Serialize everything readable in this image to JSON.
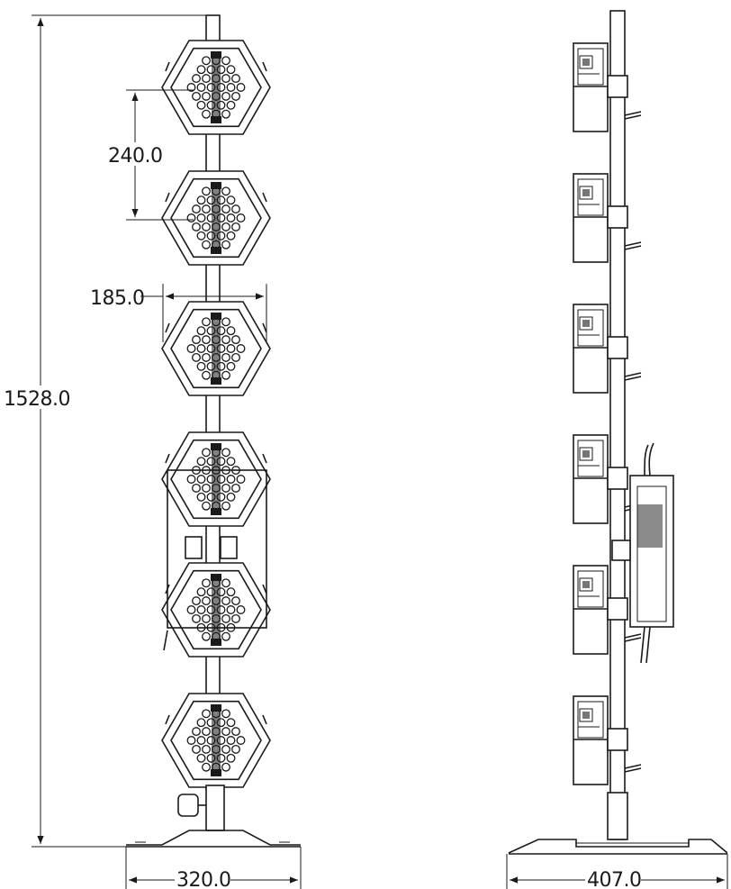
{
  "drawing": {
    "front_view": {
      "fixture_count": 6,
      "dimensions": {
        "total_height": "1528.0",
        "fixture_spacing": "240.0",
        "fixture_width": "185.0",
        "base_width": "320.0"
      }
    },
    "side_view": {
      "fixture_count": 6,
      "dimensions": {
        "base_width": "407.0"
      }
    }
  }
}
